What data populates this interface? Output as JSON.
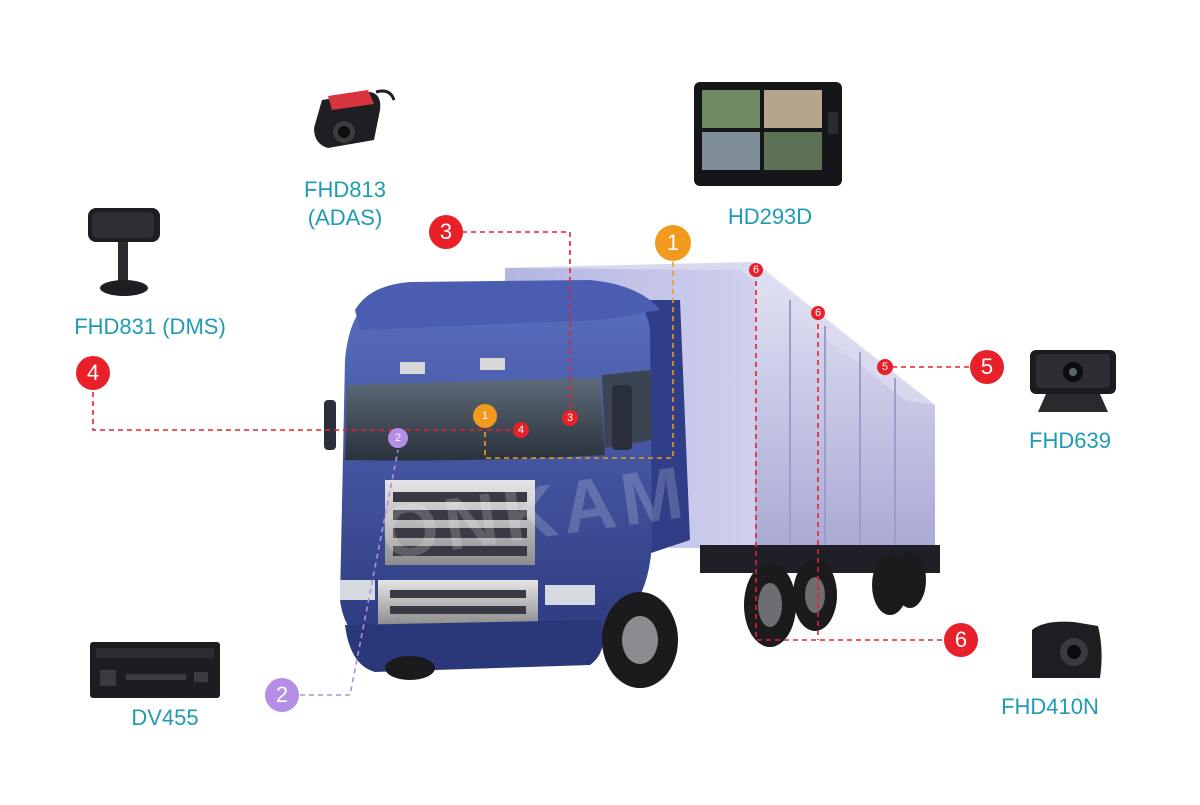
{
  "devices": {
    "fhd813": {
      "label_line1": "FHD813",
      "label_line2": "(ADAS)"
    },
    "hd293d": {
      "label": "HD293D"
    },
    "fhd831": {
      "label": "FHD831 (DMS)"
    },
    "fhd639": {
      "label": "FHD639"
    },
    "dv455": {
      "label": "DV455"
    },
    "fhd410n": {
      "label": "FHD410N"
    }
  },
  "markers": {
    "m1": "1",
    "m2": "2",
    "m3": "3",
    "m4": "4",
    "m5": "5",
    "m6": "6"
  },
  "watermark": "ONKAM",
  "colors": {
    "label": "#1f9bb3",
    "marker_red": "#e8202a",
    "marker_orange": "#f29a1e",
    "marker_purple": "#b38de6",
    "truck_cab": "#3b4f9e",
    "trailer": "#c8c9e8"
  }
}
